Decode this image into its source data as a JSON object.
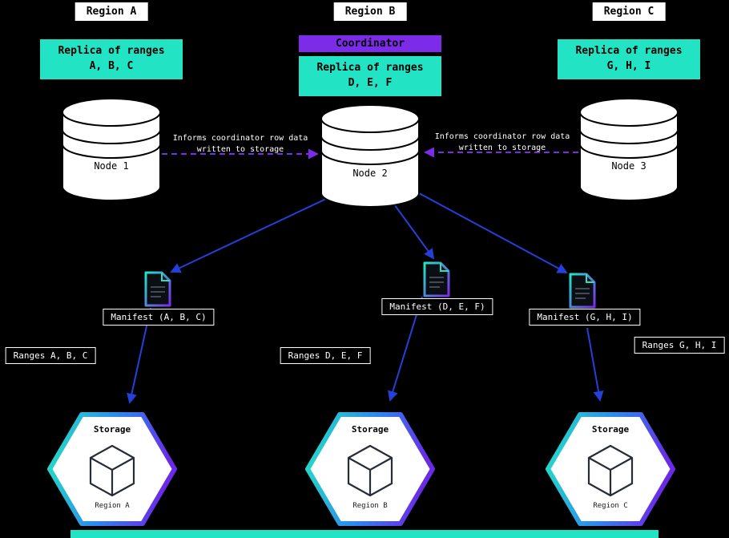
{
  "diagram": {
    "regions": [
      {
        "title": "Region A",
        "replica_line1": "Replica of ranges",
        "replica_line2": "A, B, C",
        "node": "Node 1",
        "manifest_label": "Manifest (A, B, C)",
        "ranges_label": "Ranges A, B, C",
        "storage_title": "Storage",
        "storage_region": "Region A"
      },
      {
        "title": "Region B",
        "coordinator_label": "Coordinator",
        "replica_line1": "Replica of ranges",
        "replica_line2": "D, E, F",
        "node": "Node 2",
        "manifest_label": "Manifest (D, E, F)",
        "ranges_label": "Ranges D, E, F",
        "storage_title": "Storage",
        "storage_region": "Region B"
      },
      {
        "title": "Region C",
        "replica_line1": "Replica of ranges",
        "replica_line2": "G, H, I",
        "node": "Node 3",
        "manifest_label": "Manifest (G, H, I)",
        "ranges_label": "Ranges G, H, I",
        "storage_title": "Storage",
        "storage_region": "Region C"
      }
    ],
    "annotations": {
      "informs_left_line1": "Informs coordinator row data",
      "informs_left_line2": "written to storage",
      "informs_right_line1": "Informs coordinator row data",
      "informs_right_line2": "written to storage"
    },
    "colors": {
      "background": "#000000",
      "cyan": "#22E4C4",
      "purple": "#7C2BE8",
      "arrow_blue": "#2440DB",
      "white": "#FFFFFF"
    }
  }
}
